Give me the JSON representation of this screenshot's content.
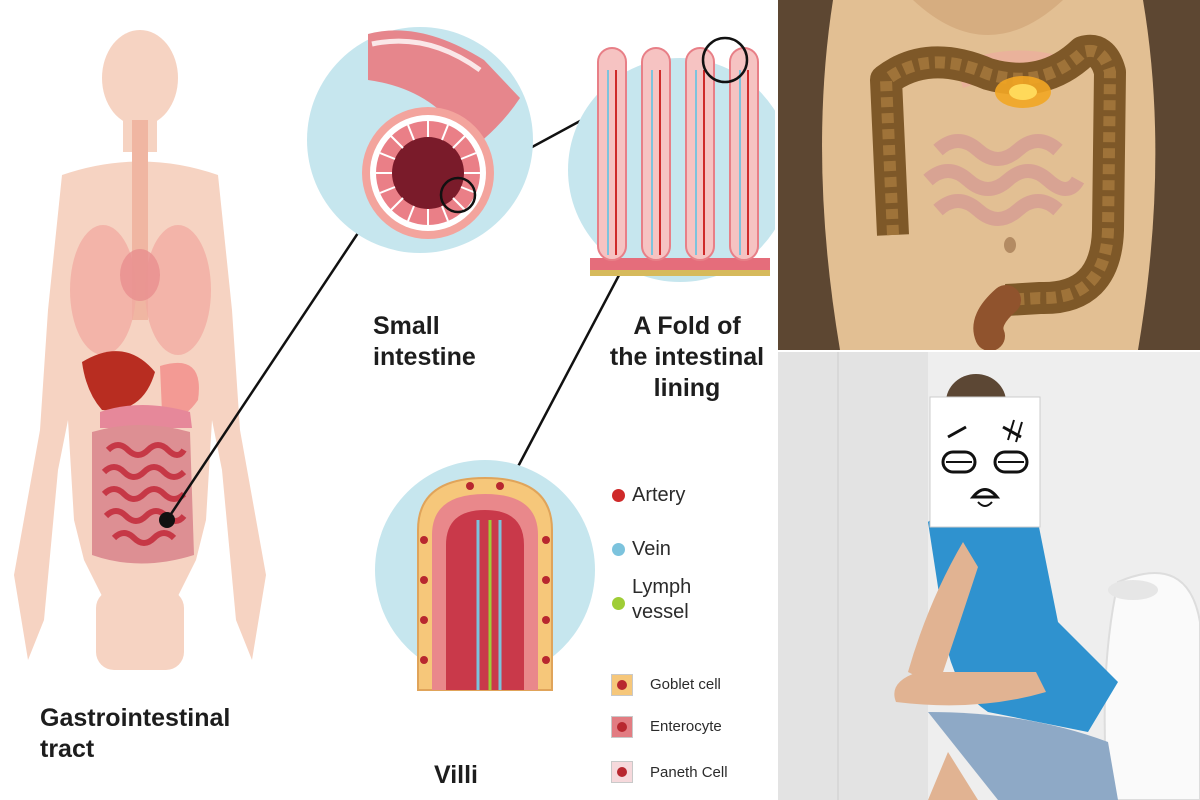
{
  "labels": {
    "gi_tract": "Gastrointestinal\ntract",
    "small_intestine": "Small\nintestine",
    "fold": "A Fold of\nthe intestinal\nlining",
    "villi": "Villi"
  },
  "legend": {
    "artery": "Artery",
    "vein": "Vein",
    "lymph": "Lymph\nvessel",
    "goblet": "Goblet cell",
    "enterocyte": "Enterocyte",
    "paneth": "Paneth Cell"
  },
  "colors": {
    "artery": "#cf2a2a",
    "vein": "#7cc3dd",
    "lymph": "#9fcd36",
    "circle_bg": "#c6e6ee",
    "body": "#f6d3c2",
    "tissue": "#e07d83",
    "goblet": "#f6c77a",
    "enterocyte": "#e27c82",
    "paneth": "#f6d9dc"
  },
  "icons": {
    "annotated_bubble_face": "stressed-face-sign-icon"
  }
}
